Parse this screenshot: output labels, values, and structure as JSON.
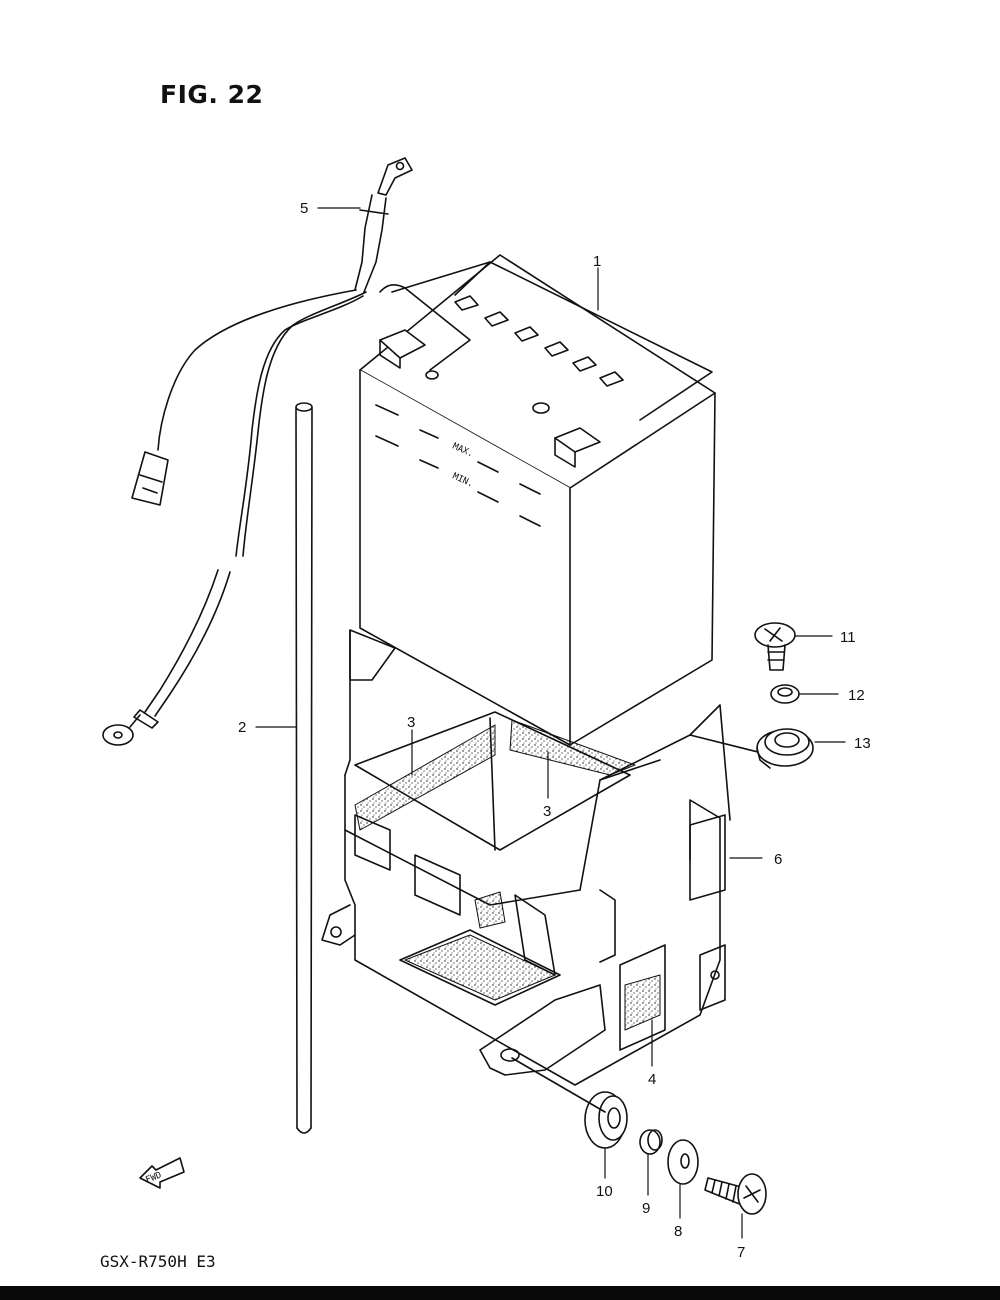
{
  "figure": {
    "title": "FIG. 22",
    "model_code": "GSX-R750H  E3",
    "battery_marks": {
      "max": "MAX.",
      "min": "MIN."
    },
    "fwd_label": "FWD"
  },
  "callouts": [
    {
      "id": "1",
      "label": "1"
    },
    {
      "id": "2",
      "label": "2"
    },
    {
      "id": "3a",
      "label": "3"
    },
    {
      "id": "3b",
      "label": "3"
    },
    {
      "id": "4",
      "label": "4"
    },
    {
      "id": "5",
      "label": "5"
    },
    {
      "id": "6",
      "label": "6"
    },
    {
      "id": "7",
      "label": "7"
    },
    {
      "id": "8",
      "label": "8"
    },
    {
      "id": "9",
      "label": "9"
    },
    {
      "id": "10",
      "label": "10"
    },
    {
      "id": "11",
      "label": "11"
    },
    {
      "id": "12",
      "label": "12"
    },
    {
      "id": "13",
      "label": "13"
    }
  ],
  "colors": {
    "ink": "#111111",
    "paper": "#ffffff"
  }
}
